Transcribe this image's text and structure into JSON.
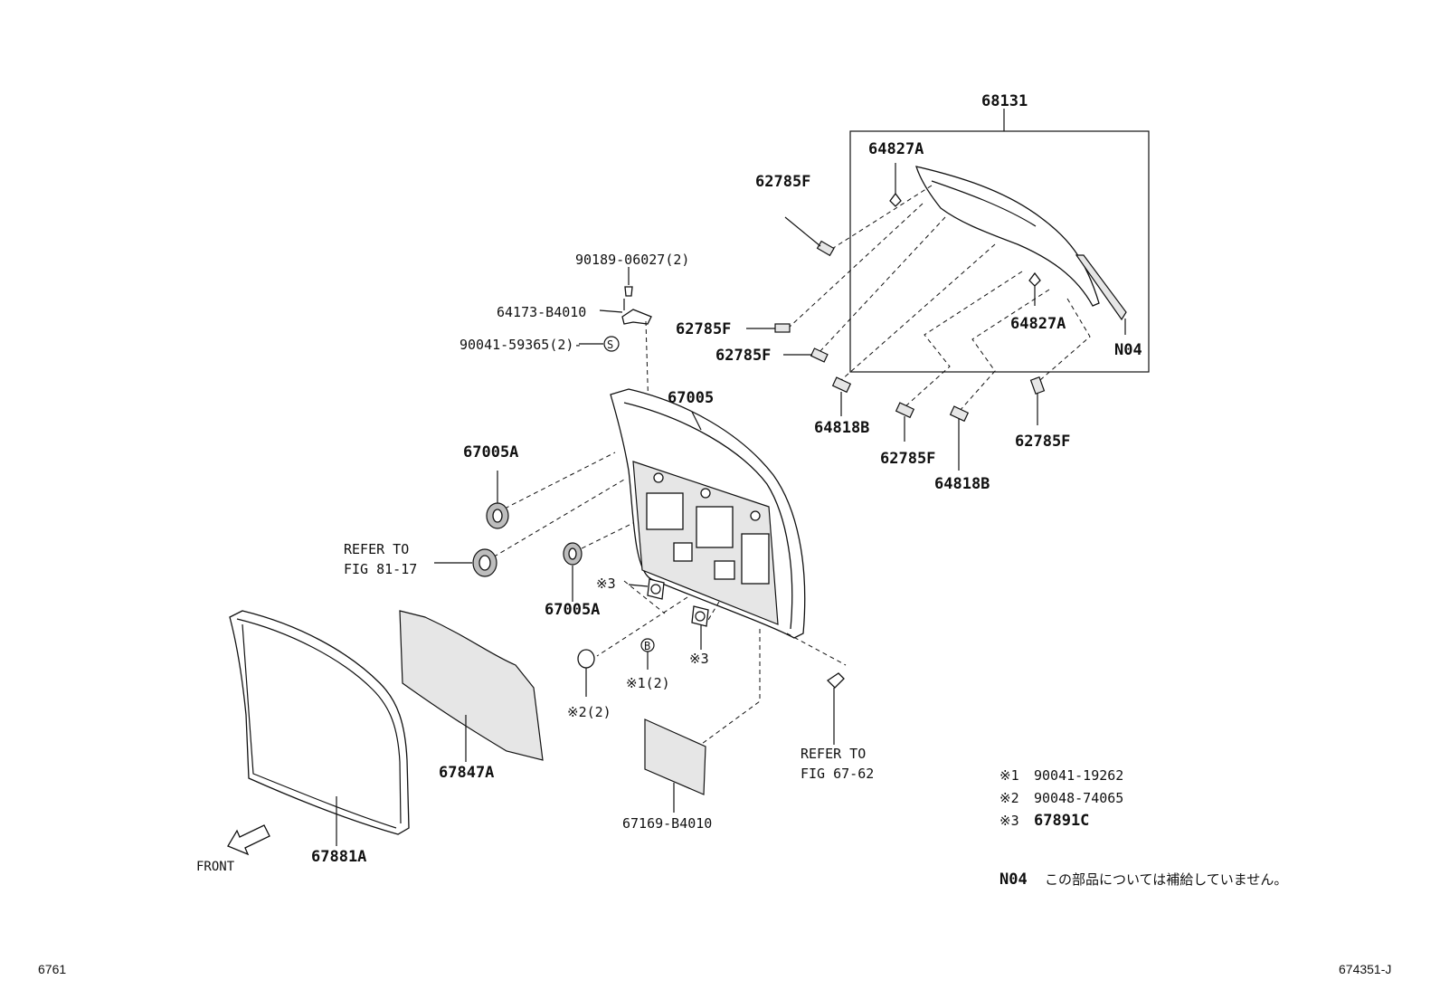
{
  "labels": {
    "p68131": "68131",
    "p64827A_top": "64827A",
    "p64827A_right": "64827A",
    "p62785F_1": "62785F",
    "p62785F_2": "62785F",
    "p62785F_3": "62785F",
    "p62785F_4": "62785F",
    "p62785F_5": "62785F",
    "pN04": "N04",
    "p64818B_1": "64818B",
    "p64818B_2": "64818B",
    "p90189": "90189-06027(2)",
    "p64173": "64173-B4010",
    "p90041": "90041-59365(2)-",
    "s_mark": "S",
    "p67005": "67005",
    "p67005A_1": "67005A",
    "p67005A_2": "67005A",
    "refer1_a": "REFER TO",
    "refer1_b": "FIG 81-17",
    "ref3_a": "※3",
    "ref3_b": "※3",
    "b_mark": "B",
    "ref1": "※1(2)",
    "ref2": "※2(2)",
    "p67847A": "67847A",
    "p67881A": "67881A",
    "p67169": "67169-B4010",
    "refer2_a": "REFER TO",
    "refer2_b": "FIG 67-62",
    "front": "FRONT"
  },
  "legend": [
    {
      "mark": "※1",
      "part": "90041-19262"
    },
    {
      "mark": "※2",
      "part": "90048-74065"
    },
    {
      "mark": "※3",
      "part": "67891C"
    }
  ],
  "note": {
    "code": "N04",
    "text": "この部品については補給していません。"
  },
  "footer": {
    "left": "6761",
    "right": "674351-J"
  }
}
